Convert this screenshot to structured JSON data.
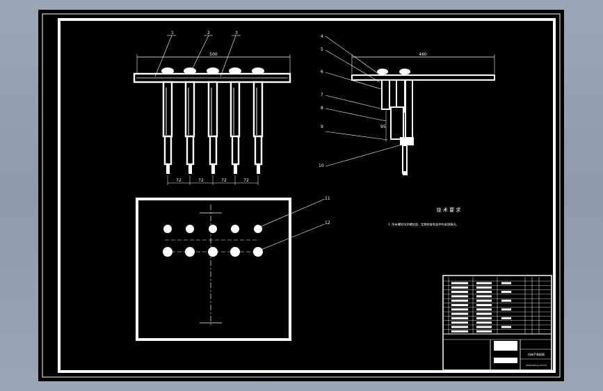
{
  "drawing": {
    "dims": {
      "top_width": "500",
      "side_width": "460",
      "side_height": "95",
      "pitch": [
        "72",
        "72",
        "72",
        "72"
      ]
    },
    "balloons": [
      "1",
      "2",
      "3",
      "4",
      "5",
      "6",
      "7",
      "8",
      "9",
      "10",
      "11",
      "12"
    ],
    "tech_requirements": {
      "title": "技 术 要 求",
      "note": "1. 所有螺栓均涂螺纹胶，定期检查各部件的紧固情况。"
    },
    "title_block": {
      "drawing_name": "机械手装配图",
      "school": "JKS[drawing school]"
    }
  },
  "colors": {
    "line": "#ffffff",
    "background": "#000000",
    "app_frame": "#9aa7b4"
  }
}
